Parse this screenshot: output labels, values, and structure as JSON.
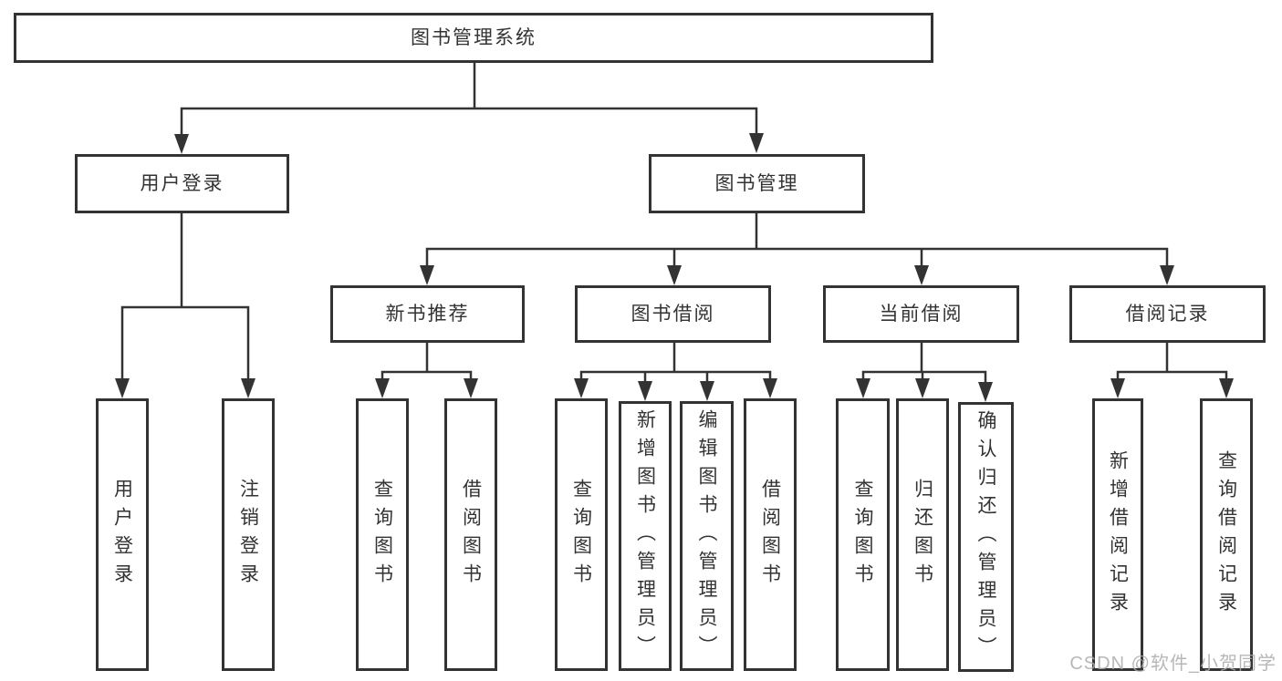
{
  "watermark": "CSDN @软件_小贺同学",
  "tree": {
    "root": "图书管理系统",
    "branches": [
      {
        "label": "用户登录",
        "children": [
          "用户登录",
          "注销登录"
        ]
      },
      {
        "label": "图书管理",
        "groups": [
          {
            "label": "新书推荐",
            "children": [
              "查询图书",
              "借阅图书"
            ]
          },
          {
            "label": "图书借阅",
            "children": [
              "查询图书",
              "新增图书（管理员）",
              "编辑图书（管理员）",
              "借阅图书"
            ]
          },
          {
            "label": "当前借阅",
            "children": [
              "查询图书",
              "归还图书",
              "确认归还（管理员）"
            ]
          },
          {
            "label": "借阅记录",
            "children": [
              "新增借阅记录",
              "查询借阅记录"
            ]
          }
        ]
      }
    ]
  },
  "colors": {
    "line": "#333333",
    "box_border": "#333333",
    "box_fill": "#ffffff",
    "text": "#333333",
    "watermark": "#aaaaaa",
    "background": "#ffffff"
  }
}
